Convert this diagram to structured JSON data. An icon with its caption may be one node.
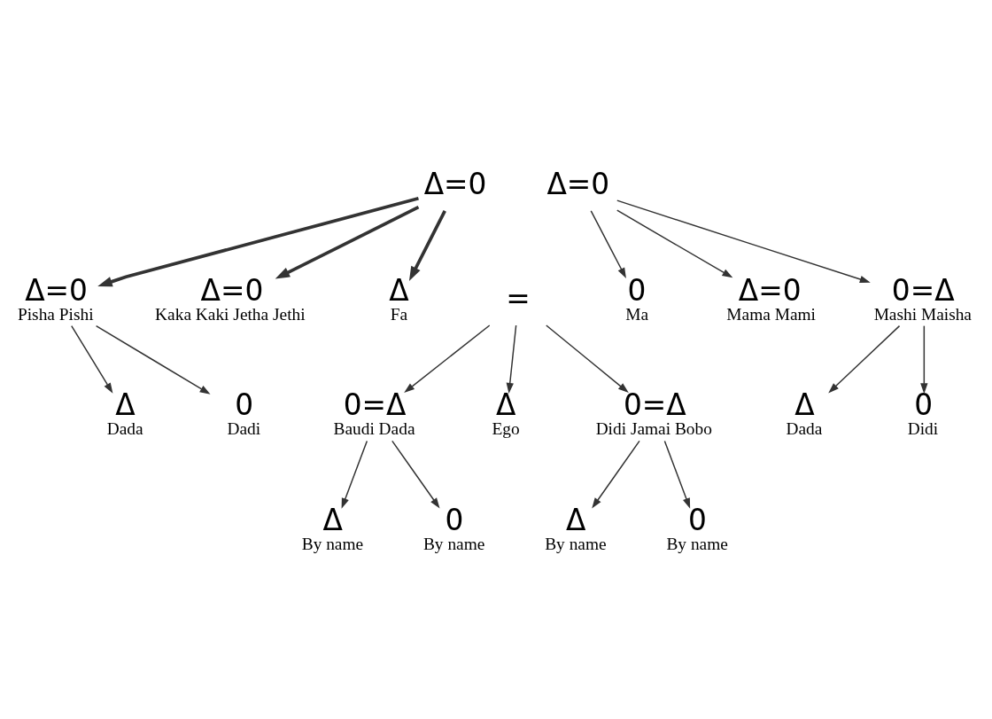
{
  "diagram": {
    "nodes": [
      {
        "text": [
          "Δ=0"
        ]
      },
      {
        "text": [
          "Δ=0"
        ]
      },
      {
        "text": [
          "Δ=0",
          "Pisha Pishi"
        ]
      },
      {
        "text": [
          "Δ=0",
          "Kaka Kaki Jetha Jethi"
        ]
      },
      {
        "text": [
          "Δ",
          "Fa"
        ]
      },
      {
        "text": [
          "="
        ]
      },
      {
        "text": [
          "0",
          "Ma"
        ]
      },
      {
        "text": [
          "Δ=0",
          "Mama Mami"
        ]
      },
      {
        "text": [
          "0=Δ",
          "Mashi Maisha"
        ]
      },
      {
        "text": [
          "Δ",
          "Dada"
        ]
      },
      {
        "text": [
          "0",
          "Dadi"
        ]
      },
      {
        "text": [
          "0=Δ",
          "Baudi Dada"
        ]
      },
      {
        "text": [
          "Δ",
          "Ego"
        ]
      },
      {
        "text": [
          "0=Δ",
          "Didi Jamai Bobo"
        ]
      },
      {
        "text": [
          "Δ",
          "Dada"
        ]
      },
      {
        "text": [
          "0",
          "Didi"
        ]
      },
      {
        "text": [
          "Δ",
          "By name"
        ]
      },
      {
        "text": [
          "0",
          "By name"
        ]
      },
      {
        "text": [
          "Δ",
          "By name"
        ]
      },
      {
        "text": [
          "0",
          "By name"
        ]
      }
    ],
    "edges": [
      {
        "from": 0,
        "to": 2,
        "arrow": "to",
        "style": "thick"
      },
      {
        "from": 0,
        "to": 3,
        "arrow": "to",
        "style": "thick"
      },
      {
        "from": 0,
        "to": 4,
        "arrow": "to",
        "style": "thick"
      },
      {
        "from": 1,
        "to": 6,
        "arrow": "to"
      },
      {
        "from": 1,
        "to": 7,
        "arrow": "to"
      },
      {
        "from": 1,
        "to": 8,
        "arrow": "to"
      },
      {
        "from": 2,
        "to": 9,
        "arrow": "to"
      },
      {
        "from": 2,
        "to": 10,
        "arrow": "to"
      },
      {
        "from": 5,
        "to": 11,
        "arrow": "to"
      },
      {
        "from": 5,
        "to": 12,
        "arrow": "to"
      },
      {
        "from": 5,
        "to": 13,
        "arrow": "to"
      },
      {
        "from": 8,
        "to": 14,
        "arrow": "to"
      },
      {
        "from": 8,
        "to": 15,
        "arrow": "to"
      },
      {
        "from": 11,
        "to": 16,
        "arrow": "to"
      },
      {
        "from": 11,
        "to": 17,
        "arrow": "to"
      },
      {
        "from": 13,
        "to": 18,
        "arrow": "to"
      },
      {
        "from": 13,
        "to": 19,
        "arrow": "to"
      }
    ]
  }
}
